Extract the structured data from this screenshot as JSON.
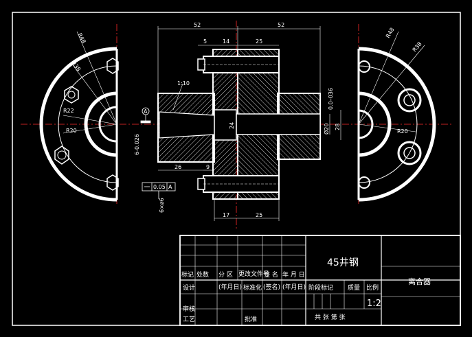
{
  "drawing": {
    "background": "#000000",
    "line_color": "#ffffff",
    "center_line_color": "#ff2a2a",
    "dimensions": {
      "d52_left": "52",
      "d52_right": "52",
      "d5": "5",
      "d14": "14",
      "d25_top": "25",
      "d26": "26",
      "d9": "9",
      "d17": "17",
      "d25_bottom": "25",
      "d24": "24",
      "d20": "Ø20",
      "d28": "28",
      "taper": "1:10",
      "fit_top": "0.0–036",
      "fit_left": "6-0.026",
      "bolt_left": "6×ø6",
      "r48_left": "R48",
      "r38_left": "R38",
      "r22_left": "R22",
      "r20_left": "R20",
      "r48_right": "R48",
      "r38_right": "R38",
      "r20_right": "R20",
      "datum": "A",
      "tol_value": "0.05",
      "tol_datum": "A"
    }
  },
  "title_block": {
    "material": "45井钢",
    "part_name": "离合器",
    "scale": "1:2",
    "h_mark": "标记",
    "h_count": "处数",
    "h_zone": "分 区",
    "h_docno": "更改文件号",
    "h_sign": "签 名",
    "h_date": "年 月 日",
    "h_design": "设计",
    "h_ymd1": "(年月日)",
    "h_std": "标准化",
    "h_signed": "(签名)",
    "h_ymd2": "(年月日)",
    "h_stage": "阶段标记",
    "h_weight": "质量",
    "h_ratio": "比例",
    "h_review": "审核",
    "h_process": "工艺",
    "h_approve": "批准",
    "h_total": "共 张 第 张"
  }
}
